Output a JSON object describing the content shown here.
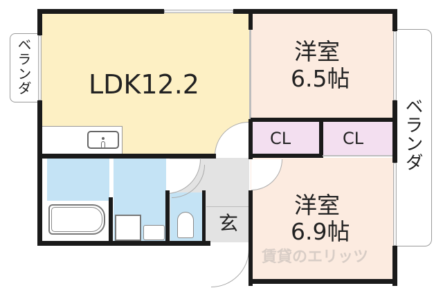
{
  "floorplan": {
    "rooms": {
      "ldk": {
        "label": "LDK12.2",
        "color": "#fdf0c4"
      },
      "western_room_1": {
        "line1": "洋室",
        "line2": "6.5帖",
        "color": "#fcebe0"
      },
      "western_room_2": {
        "line1": "洋室",
        "line2": "6.9帖",
        "color": "#fcebe0"
      },
      "closet_1": {
        "label": "CL",
        "color": "#f3dff0"
      },
      "closet_2": {
        "label": "CL",
        "color": "#f3dff0"
      },
      "entrance": {
        "label": "玄",
        "color": "#e3e3e3"
      },
      "bathroom": {
        "color": "#c4e3f5"
      },
      "washroom": {
        "color": "#c4e3f5"
      },
      "toilet": {
        "color": "#c4e3f5"
      },
      "hallway": {
        "color": "#e3e3e3"
      }
    },
    "balconies": {
      "left": {
        "label": "ベランダ"
      },
      "right": {
        "label": "ベランダ"
      }
    },
    "watermark": "賃貸のエリッツ"
  }
}
